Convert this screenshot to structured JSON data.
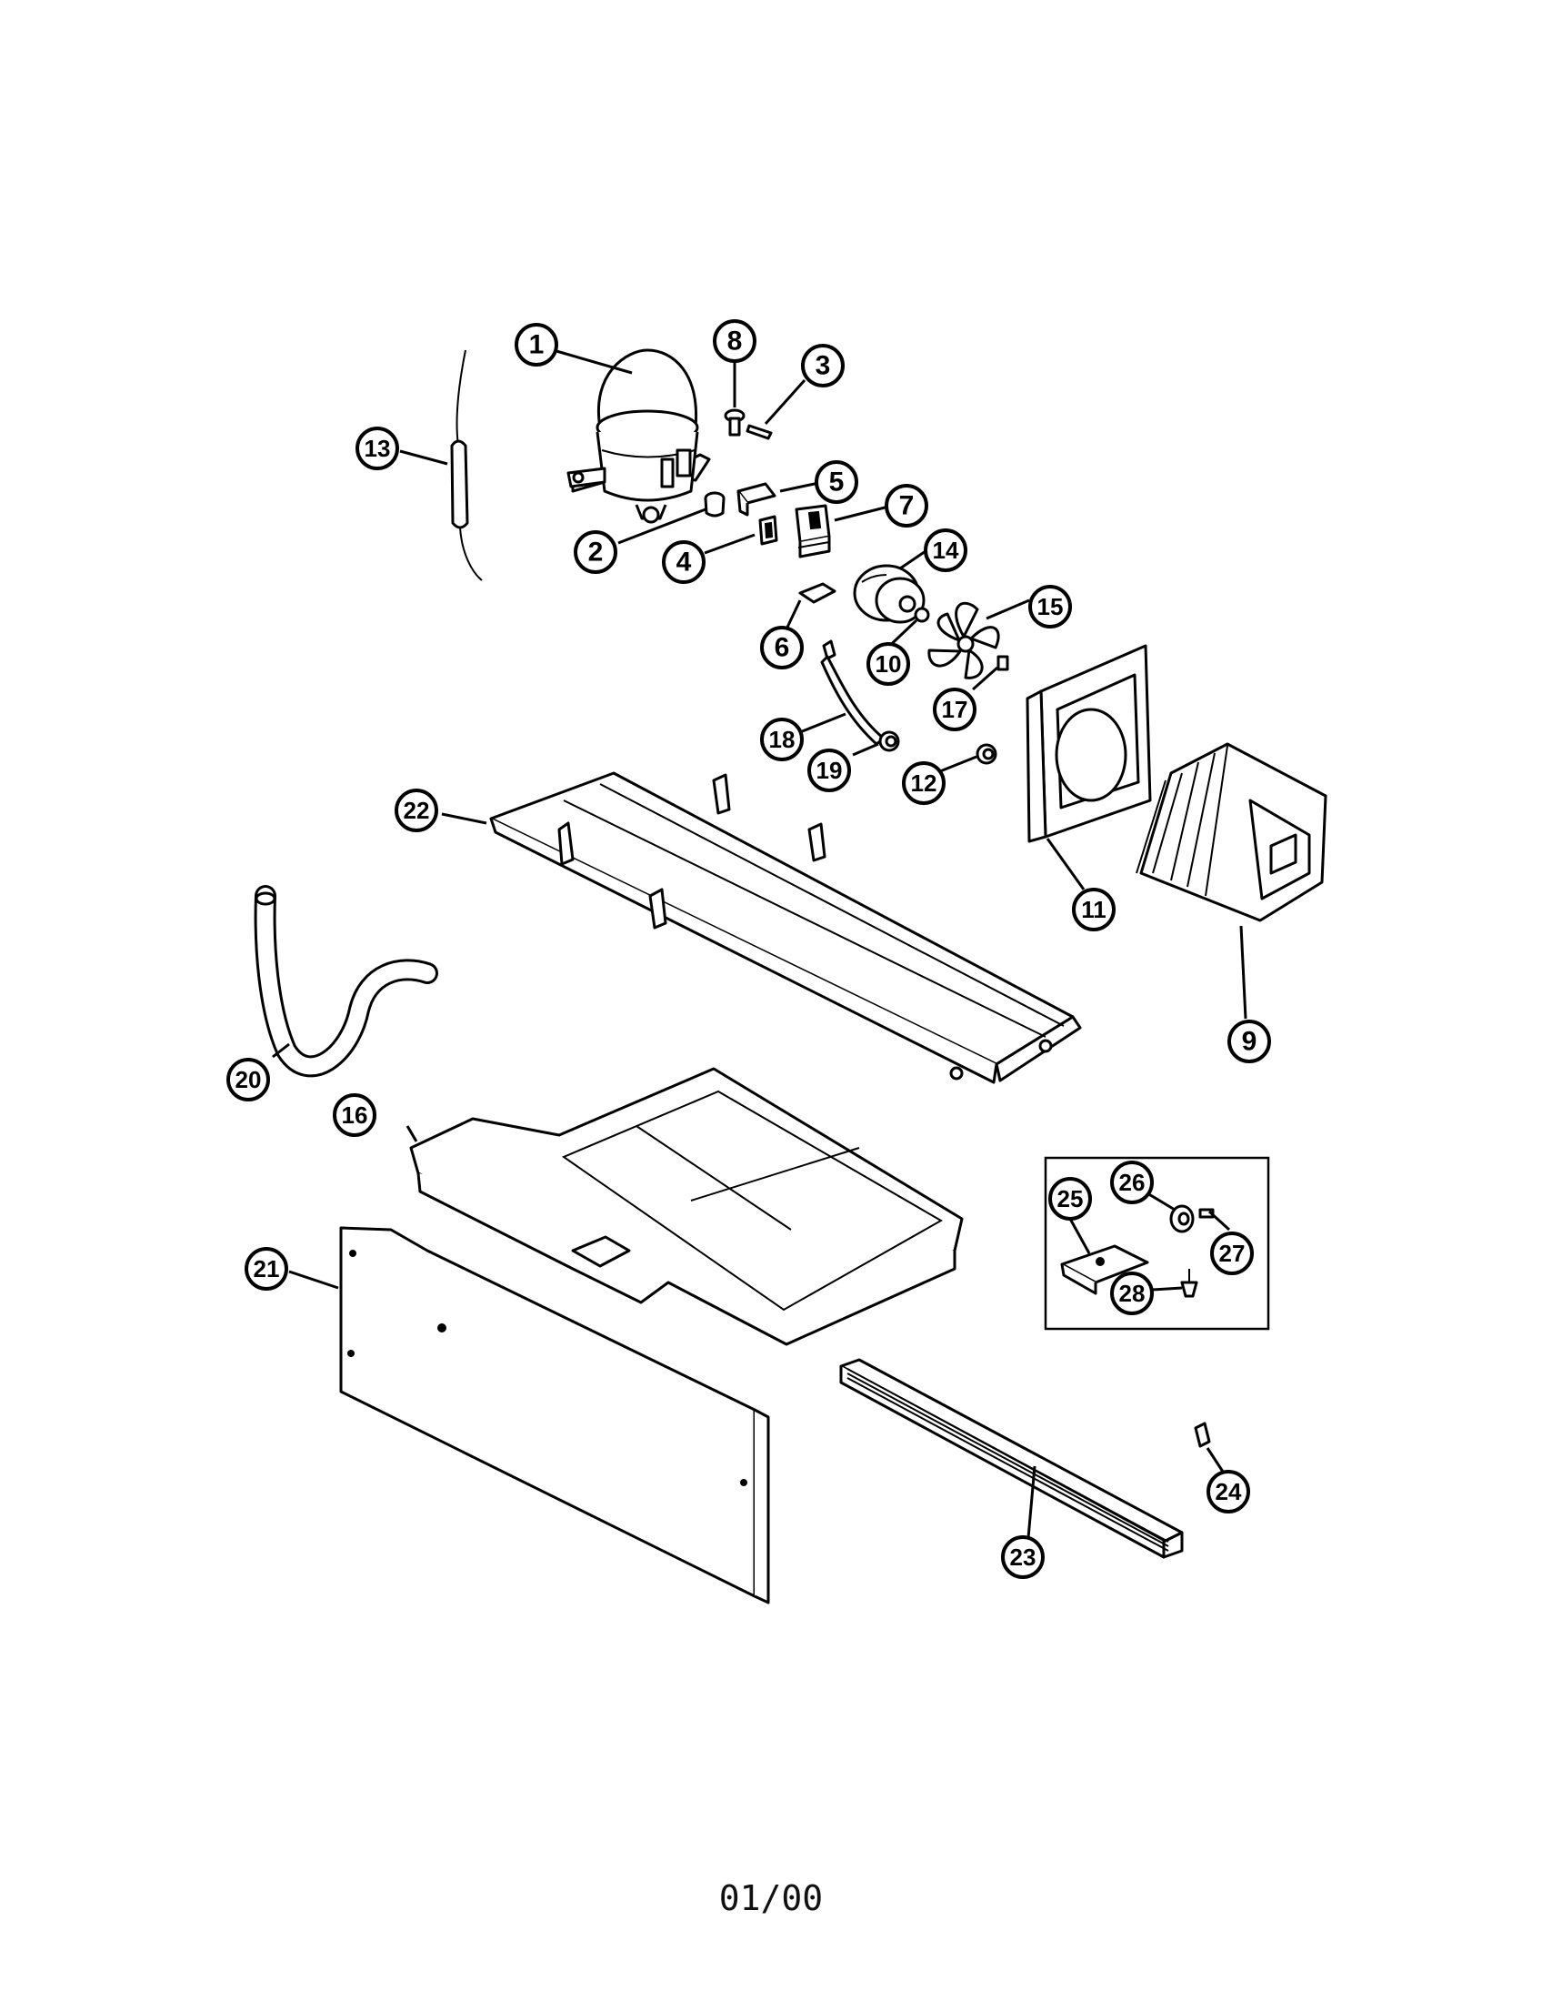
{
  "document": {
    "footer_code": "01/00"
  },
  "callouts": [
    {
      "id": "1",
      "label": "1"
    },
    {
      "id": "2",
      "label": "2"
    },
    {
      "id": "3",
      "label": "3"
    },
    {
      "id": "4",
      "label": "4"
    },
    {
      "id": "5",
      "label": "5"
    },
    {
      "id": "6",
      "label": "6"
    },
    {
      "id": "7",
      "label": "7"
    },
    {
      "id": "8",
      "label": "8"
    },
    {
      "id": "9",
      "label": "9"
    },
    {
      "id": "10",
      "label": "10"
    },
    {
      "id": "11",
      "label": "11"
    },
    {
      "id": "12",
      "label": "12"
    },
    {
      "id": "13",
      "label": "13"
    },
    {
      "id": "14",
      "label": "14"
    },
    {
      "id": "15",
      "label": "15"
    },
    {
      "id": "16",
      "label": "16"
    },
    {
      "id": "17",
      "label": "17"
    },
    {
      "id": "18",
      "label": "18"
    },
    {
      "id": "19",
      "label": "19"
    },
    {
      "id": "20",
      "label": "20"
    },
    {
      "id": "21",
      "label": "21"
    },
    {
      "id": "22",
      "label": "22"
    },
    {
      "id": "23",
      "label": "23"
    },
    {
      "id": "24",
      "label": "24"
    },
    {
      "id": "25",
      "label": "25"
    },
    {
      "id": "26",
      "label": "26"
    },
    {
      "id": "27",
      "label": "27"
    },
    {
      "id": "28",
      "label": "28"
    }
  ]
}
